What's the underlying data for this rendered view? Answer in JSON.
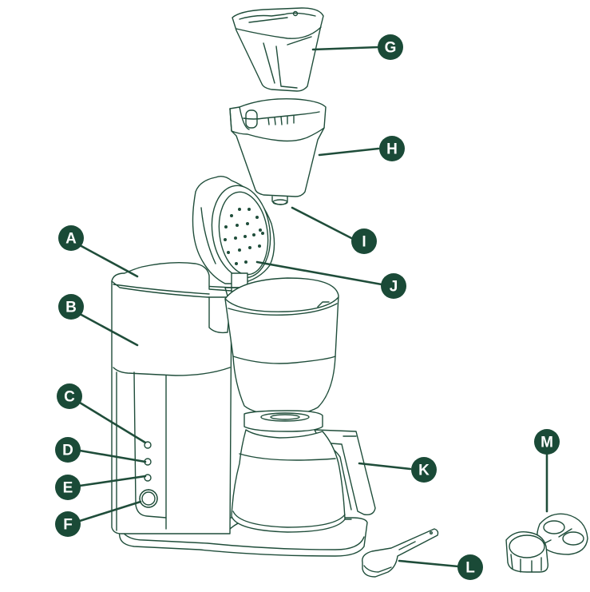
{
  "diagram": {
    "title": "Coffee maker parts diagram",
    "colors": {
      "line": "#1f4d3a",
      "badge": "#1a4a37",
      "badge_text": "#ffffff",
      "background": "#ffffff"
    },
    "labels": [
      {
        "id": "A",
        "part": "water-reservoir-lid"
      },
      {
        "id": "B",
        "part": "water-reservoir"
      },
      {
        "id": "C",
        "part": "control-button-1"
      },
      {
        "id": "D",
        "part": "control-button-2"
      },
      {
        "id": "E",
        "part": "control-button-3"
      },
      {
        "id": "F",
        "part": "control-dial"
      },
      {
        "id": "G",
        "part": "filter"
      },
      {
        "id": "H",
        "part": "brew-basket"
      },
      {
        "id": "I",
        "part": "drip-stop-valve"
      },
      {
        "id": "J",
        "part": "shower-head-lid"
      },
      {
        "id": "K",
        "part": "thermal-carafe"
      },
      {
        "id": "L",
        "part": "measuring-scoop"
      },
      {
        "id": "M",
        "part": "filter-holder-accessory"
      }
    ]
  }
}
